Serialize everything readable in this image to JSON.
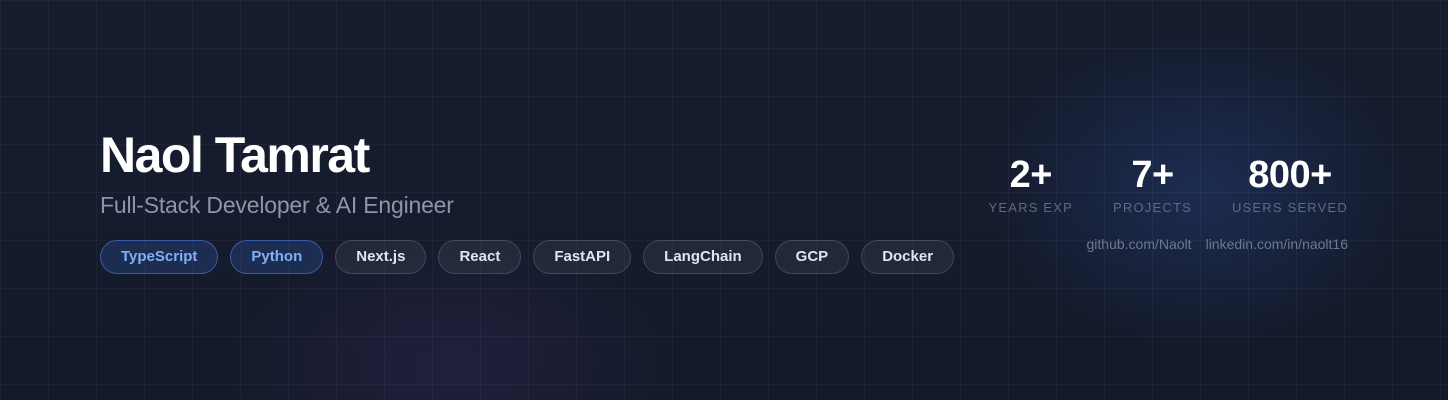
{
  "profile": {
    "name": "Naol Tamrat",
    "title": "Full-Stack Developer & AI Engineer"
  },
  "skills": [
    {
      "label": "TypeScript",
      "highlighted": true
    },
    {
      "label": "Python",
      "highlighted": true
    },
    {
      "label": "Next.js",
      "highlighted": false
    },
    {
      "label": "React",
      "highlighted": false
    },
    {
      "label": "FastAPI",
      "highlighted": false
    },
    {
      "label": "LangChain",
      "highlighted": false
    },
    {
      "label": "GCP",
      "highlighted": false
    },
    {
      "label": "Docker",
      "highlighted": false
    }
  ],
  "stats": [
    {
      "value": "2+",
      "label": "YEARS EXP"
    },
    {
      "value": "7+",
      "label": "PROJECTS"
    },
    {
      "value": "800+",
      "label": "USERS SERVED"
    }
  ],
  "links": {
    "github": "github.com/Naolt",
    "linkedin": "linkedin.com/in/naolt16"
  },
  "colors": {
    "background": "#141b2d",
    "accent": "#7fb0f5",
    "muted_text": "#8b96ab"
  }
}
